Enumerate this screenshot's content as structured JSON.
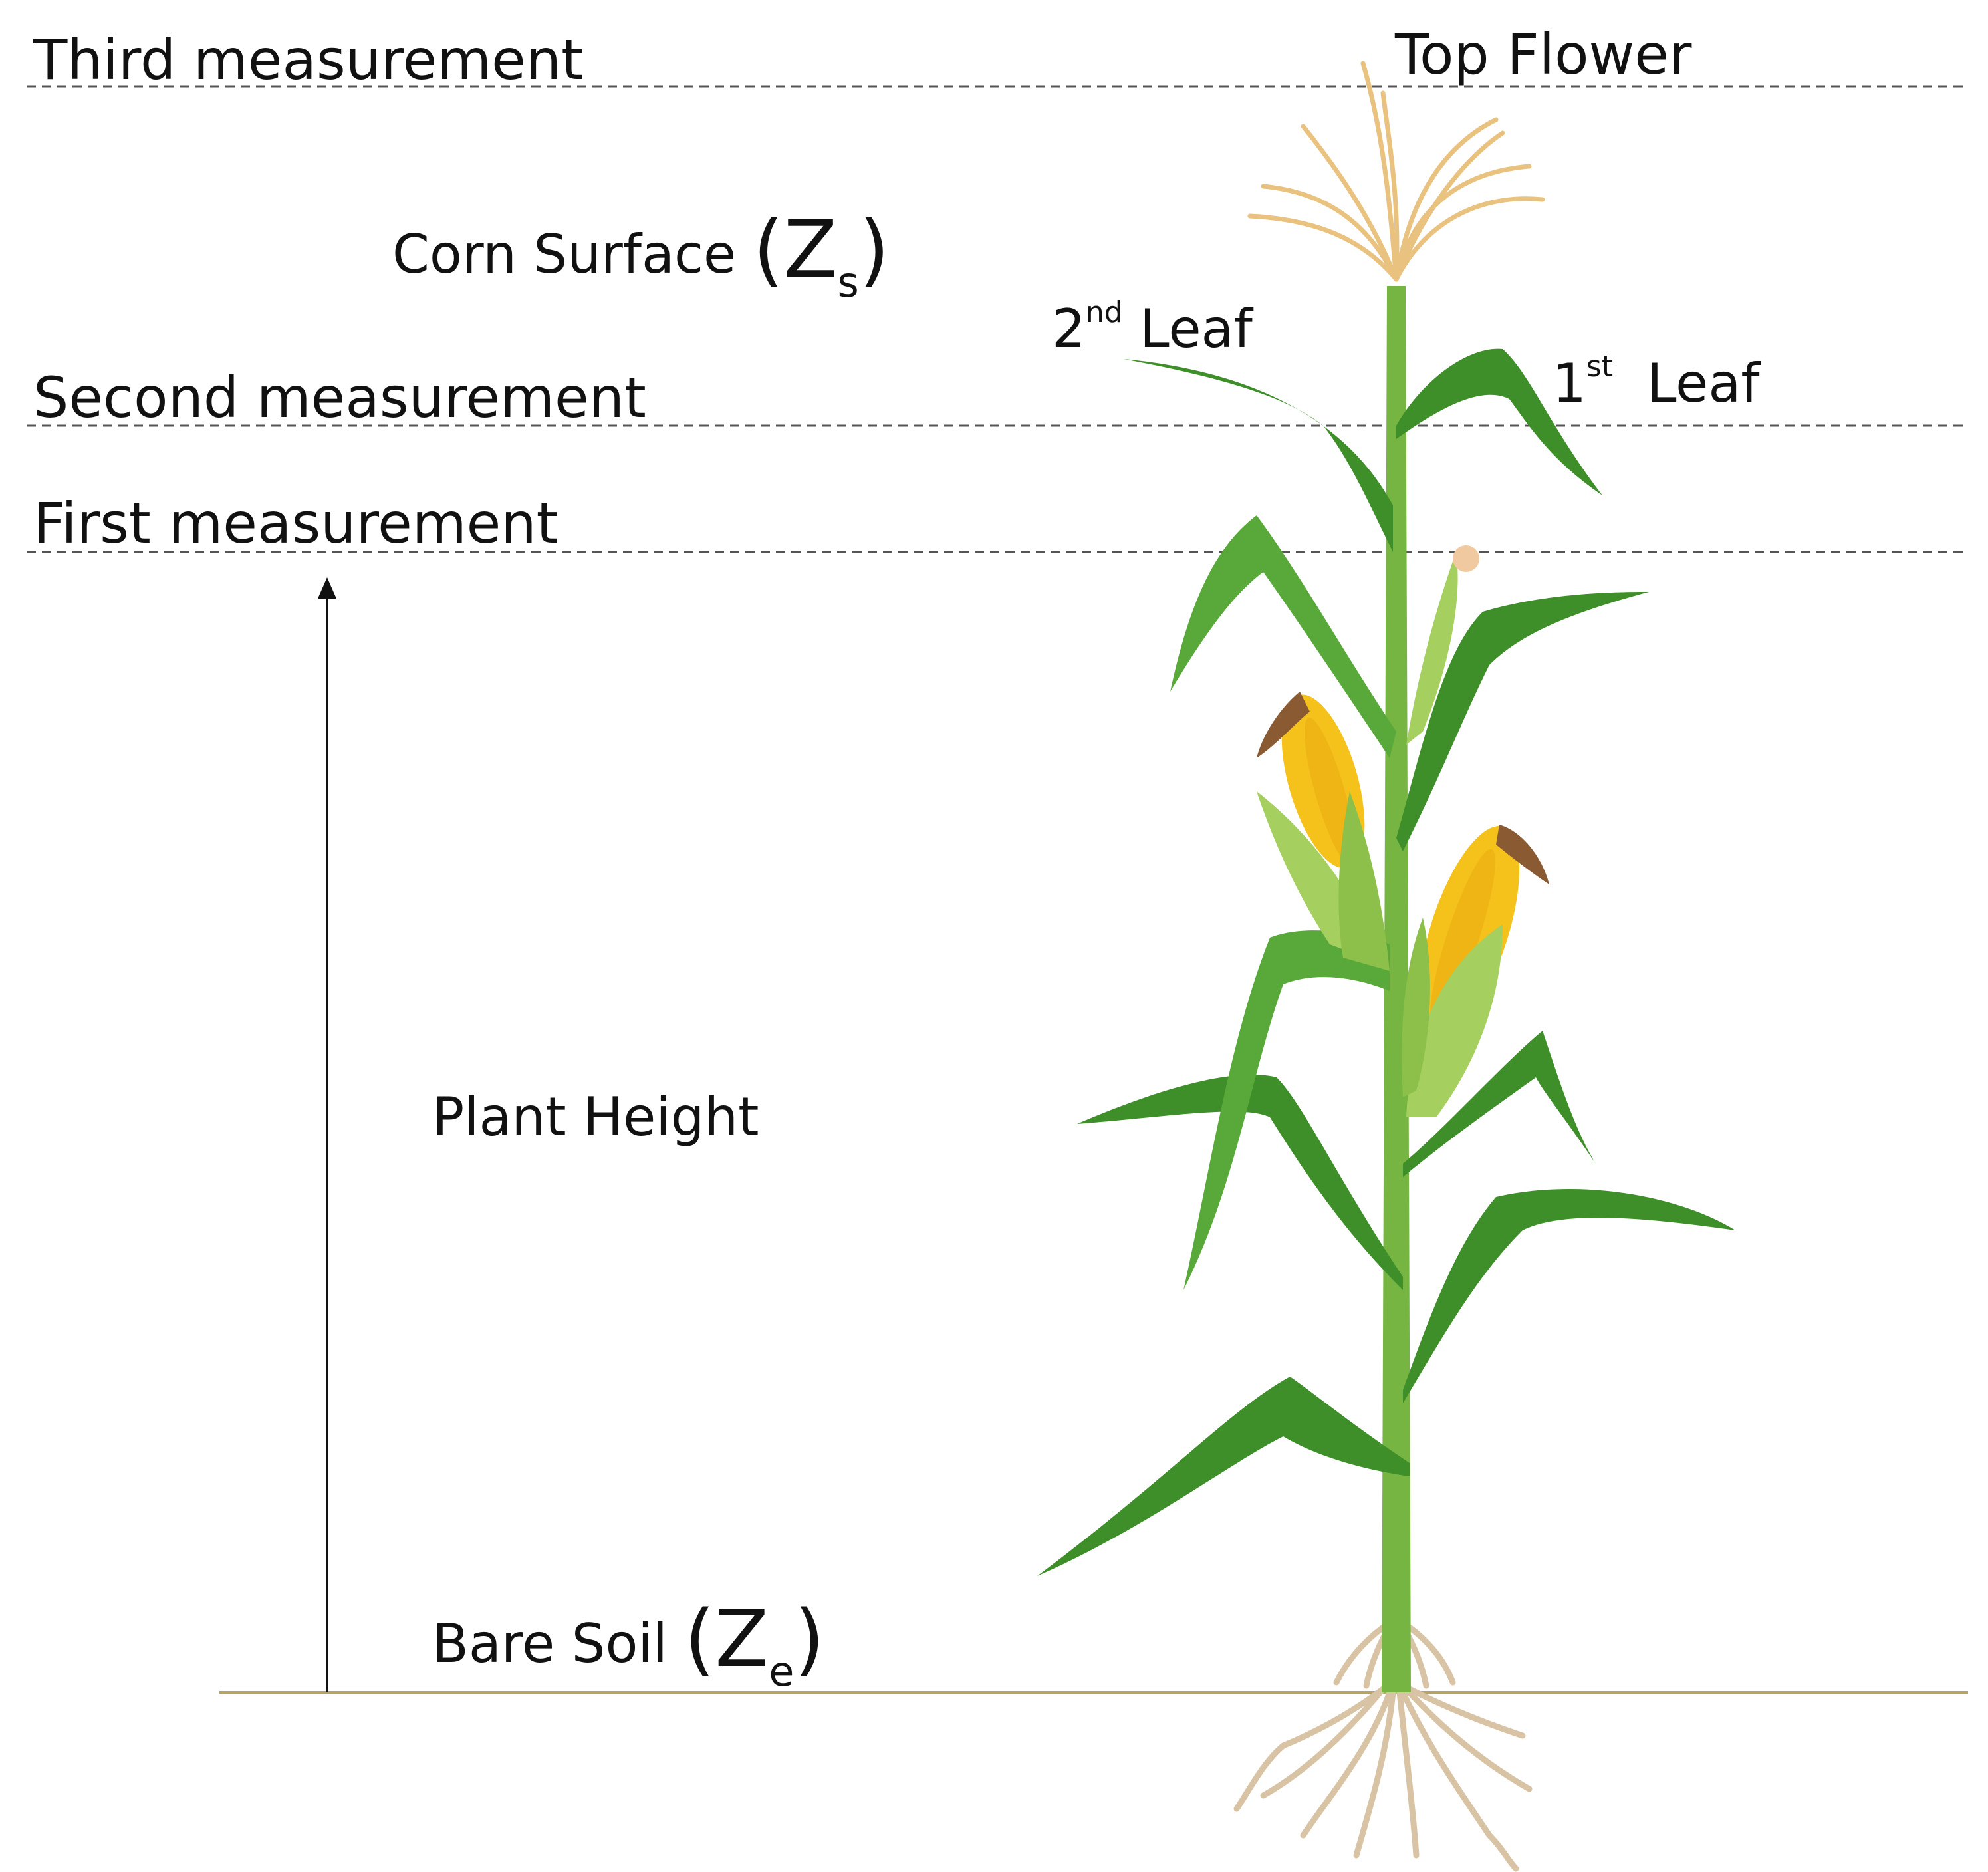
{
  "labels": {
    "third_measurement": "Third measurement",
    "second_measurement": "Second measurement",
    "first_measurement": "First measurement",
    "top_flower": "Top Flower",
    "corn_surface": {
      "text": "Corn Surface",
      "open": "(",
      "symbol": "Z",
      "subscript": "s",
      "close": ")"
    },
    "second_leaf": {
      "num": "2",
      "sup": "nd",
      "text": "Leaf"
    },
    "first_leaf": {
      "num": "1",
      "sup": "st",
      "text": "Leaf"
    },
    "plant_height": "Plant Height",
    "bare_soil": {
      "text": "Bare Soil",
      "open": "(",
      "symbol": "Z",
      "subscript": "e",
      "close": ")"
    }
  },
  "colors": {
    "background": "#ffffff",
    "text": "#111111",
    "dashed_line": "#555555",
    "ground_line": "#b4a46c",
    "stem": "#76b542",
    "leaf_dark": "#3e8e29",
    "leaf_mid": "#58a83a",
    "husk": "#a5cf5e",
    "kernel": "#f5c21c",
    "kernel_dark": "#e9a80e",
    "silk": "#8a5a33",
    "tassel": "#e8c27e",
    "root": "#d8c3a4"
  }
}
